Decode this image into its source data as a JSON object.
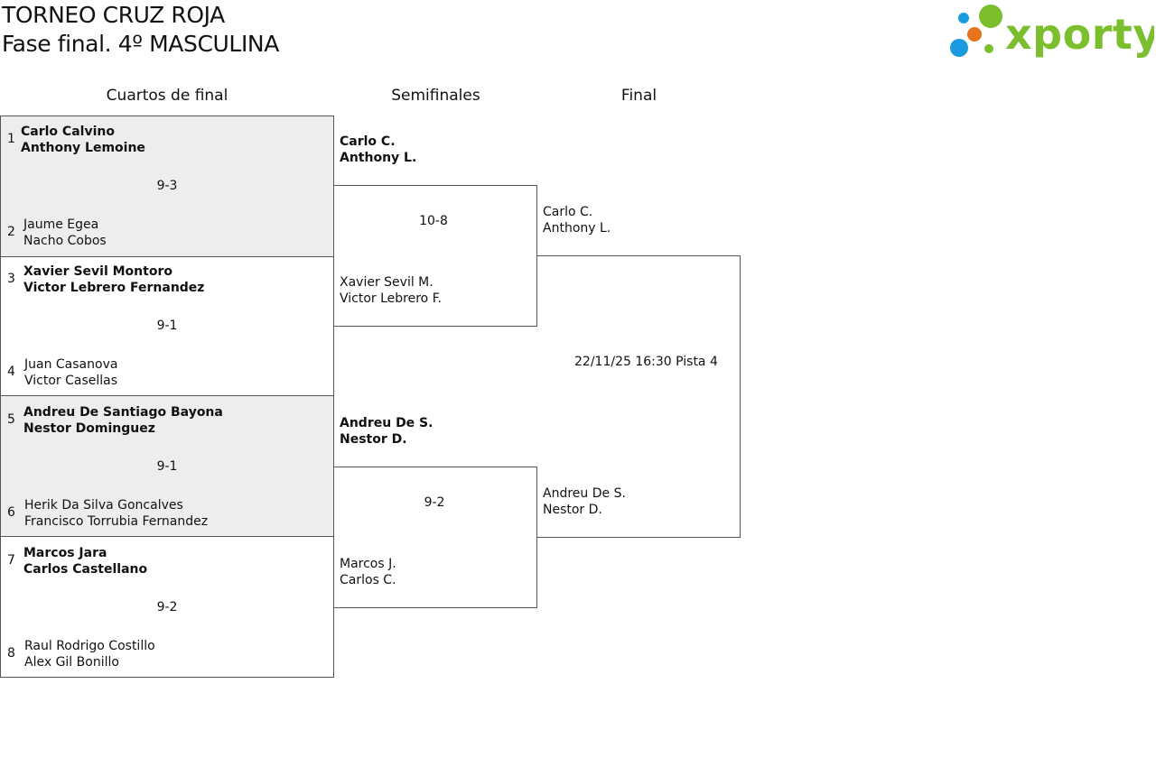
{
  "header": {
    "title_line1": "TORNEO CRUZ ROJA",
    "title_line2": "Fase final. 4º MASCULINA",
    "logo_text": "xporty",
    "logo_dot_colors": [
      "#1a9be0",
      "#7cbf2e",
      "#e8731c",
      "#1a9be0",
      "#7cbf2e"
    ],
    "logo_text_color": "#7cbf2e"
  },
  "rounds": {
    "quarterfinals": "Cuartos de final",
    "semifinals": "Semifinales",
    "final": "Final"
  },
  "quarterfinals": [
    {
      "score": "9-3",
      "top": {
        "seed": "1",
        "players": [
          "Carlo Calvino",
          "Anthony Lemoine"
        ],
        "winner": true
      },
      "bottom": {
        "seed": "2",
        "players": [
          "Jaume Egea",
          "Nacho Cobos"
        ],
        "winner": false
      }
    },
    {
      "score": "9-1",
      "top": {
        "seed": "3",
        "players": [
          "Xavier Sevil Montoro",
          "Victor Lebrero Fernandez"
        ],
        "winner": true
      },
      "bottom": {
        "seed": "4",
        "players": [
          "Juan Casanova",
          "Victor Casellas"
        ],
        "winner": false
      }
    },
    {
      "score": "9-1",
      "top": {
        "seed": "5",
        "players": [
          "Andreu De Santiago Bayona",
          "Nestor Dominguez"
        ],
        "winner": true
      },
      "bottom": {
        "seed": "6",
        "players": [
          "Herik Da Silva Goncalves",
          "Francisco Torrubia Fernandez"
        ],
        "winner": false
      }
    },
    {
      "score": "9-2",
      "top": {
        "seed": "7",
        "players": [
          "Marcos Jara",
          "Carlos Castellano"
        ],
        "winner": true
      },
      "bottom": {
        "seed": "8",
        "players": [
          "Raul Rodrigo Costillo",
          "Alex Gil Bonillo"
        ],
        "winner": false
      }
    }
  ],
  "semifinals": [
    {
      "score": "10-8",
      "top": {
        "players": [
          "Carlo C.",
          "Anthony L."
        ],
        "winner": true
      },
      "bottom": {
        "players": [
          "Xavier Sevil M.",
          "Victor Lebrero F."
        ],
        "winner": false
      }
    },
    {
      "score": "9-2",
      "top": {
        "players": [
          "Andreu De S.",
          "Nestor D."
        ],
        "winner": true
      },
      "bottom": {
        "players": [
          "Marcos J.",
          "Carlos C."
        ],
        "winner": false
      }
    }
  ],
  "final": {
    "top": {
      "players": [
        "Carlo C.",
        "Anthony L."
      ]
    },
    "bottom": {
      "players": [
        "Andreu De S.",
        "Nestor D."
      ]
    },
    "info": "22/11/25 16:30 Pista 4"
  }
}
